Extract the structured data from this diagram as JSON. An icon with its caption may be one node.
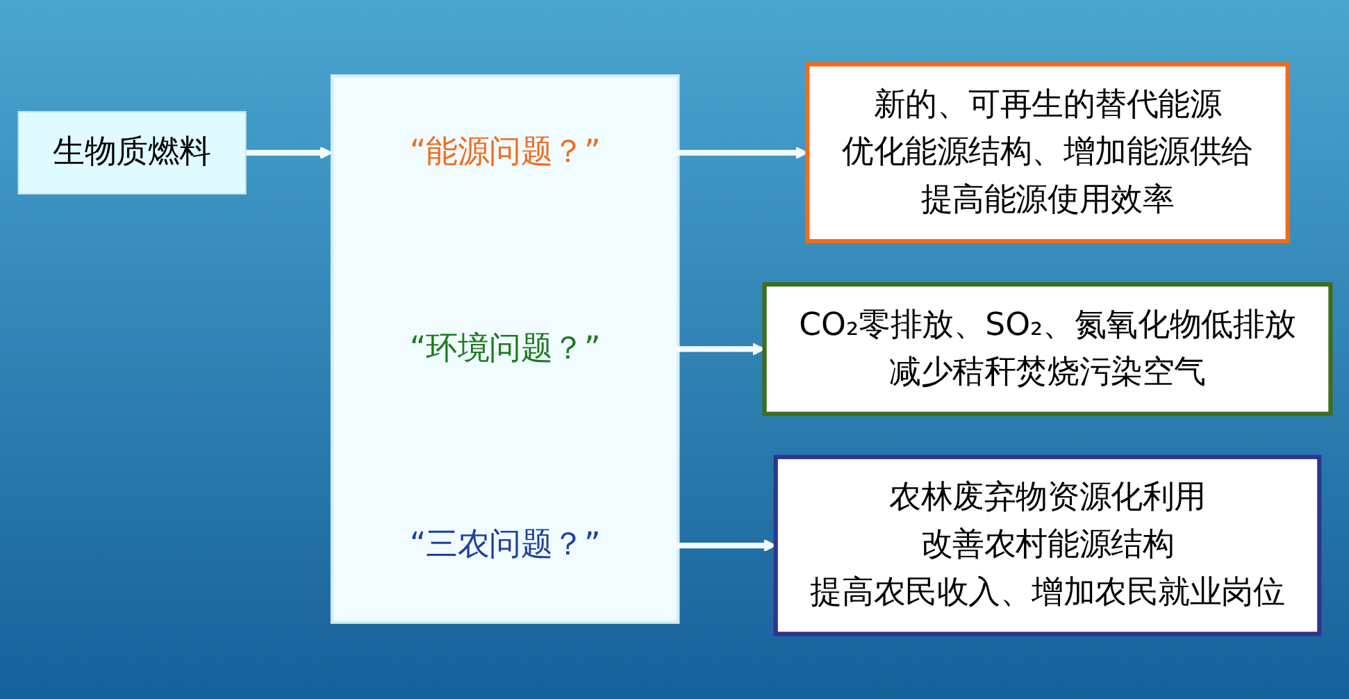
{
  "diagram": {
    "nodes": [
      {
        "text": [
          "生物质燃料"
        ]
      },
      {
        "text": [],
        "shape": "box"
      },
      {
        "text": [
          "“能源问题？”"
        ],
        "in": 1
      },
      {
        "text": [
          "“环境问题？”"
        ],
        "in": 1
      },
      {
        "text": [
          "“三农问题？”"
        ],
        "in": 1
      },
      {
        "text": [
          "新的、可再生的替代能源",
          "优化能源结构、增加能源供给",
          "提高能源使用效率"
        ]
      },
      {
        "text": [
          "CO₂零排放、SO₂、氮氧化物低排放",
          "减少秸秆焚烧污染空气"
        ]
      },
      {
        "text": [
          "农林废弃物资源化利用",
          "改善农村能源结构",
          "提高农民收入、增加农民就业岗位"
        ]
      }
    ],
    "edges": [
      {
        "from": 0,
        "to": 1,
        "arrow": "to"
      },
      {
        "from": 2,
        "to": 5,
        "arrow": "to"
      },
      {
        "from": 3,
        "to": 6,
        "arrow": "to"
      },
      {
        "from": 4,
        "to": 7,
        "arrow": "to"
      }
    ]
  }
}
